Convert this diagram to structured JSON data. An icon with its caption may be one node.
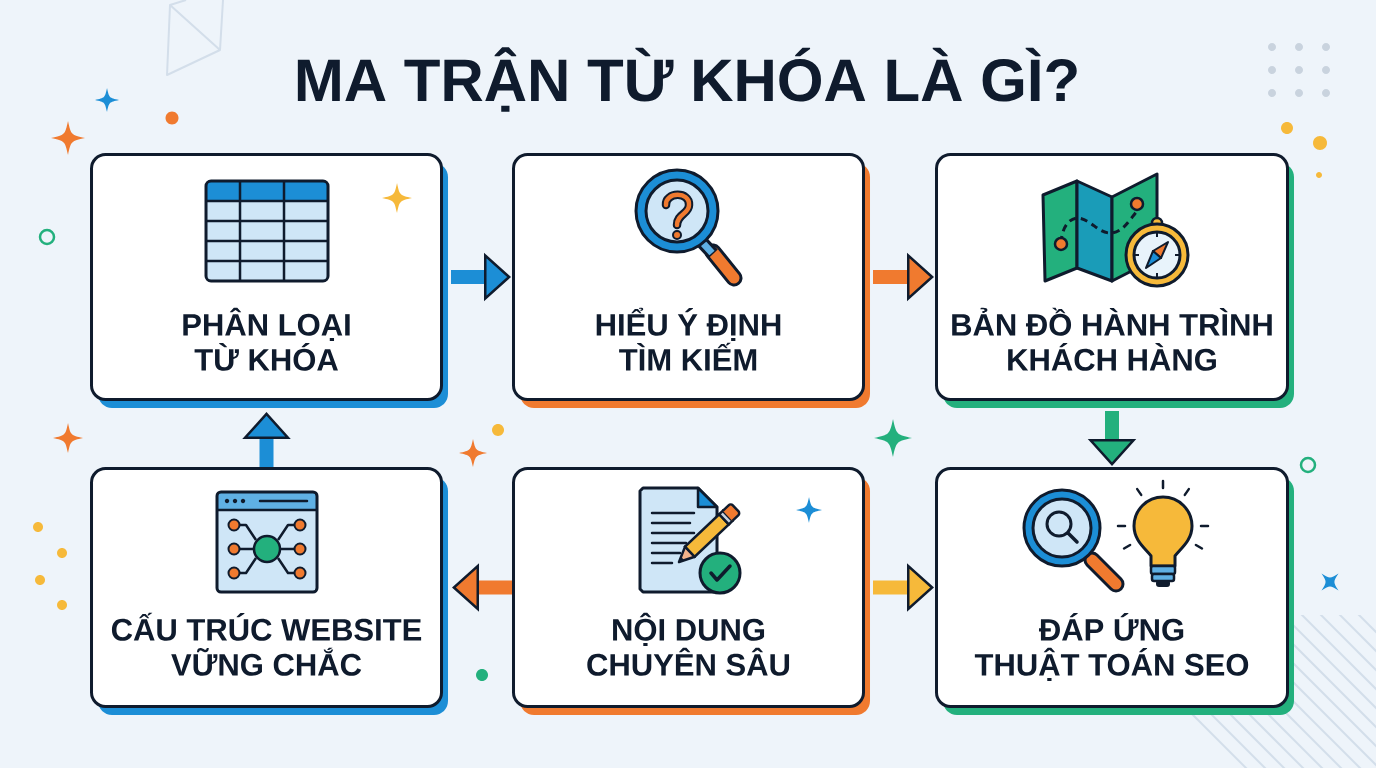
{
  "diagram": {
    "title": "MA TRẬN TỪ KHÓA LÀ GÌ?",
    "nodes": [
      {
        "text": [
          "PHÂN LOẠI TỪ KHÓA"
        ]
      },
      {
        "text": [
          "HIỂU Ý ĐỊNH TÌM KIẾM"
        ]
      },
      {
        "text": [
          "BẢN ĐỒ HÀNH TRÌNH KHÁCH HÀNG"
        ]
      },
      {
        "text": [
          "CẤU TRÚC WEBSITE VỮNG CHẮC"
        ]
      },
      {
        "text": [
          "NỘI DUNG CHUYÊN SÂU"
        ]
      },
      {
        "text": [
          "ĐÁP ỨNG THUẬT TOÁN SEO"
        ]
      }
    ],
    "edges": [
      {
        "from": 0,
        "to": 1,
        "arrow": "to",
        "color": "#1c8ed6"
      },
      {
        "from": 1,
        "to": 2,
        "arrow": "to",
        "color": "#f07a2f"
      },
      {
        "from": 2,
        "to": 5,
        "arrow": "to",
        "color": "#23b07d"
      },
      {
        "from": 4,
        "to": 3,
        "arrow": "to",
        "color": "#f07a2f"
      },
      {
        "from": 4,
        "to": 5,
        "arrow": "to",
        "color": "#f6b93a"
      },
      {
        "from": 3,
        "to": 0,
        "arrow": "to",
        "color": "#1c8ed6"
      }
    ]
  }
}
